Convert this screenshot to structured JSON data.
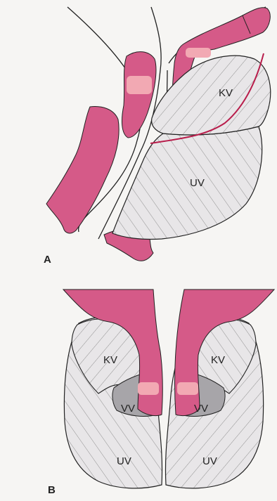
{
  "panels": [
    {
      "letter": "A",
      "labels": {
        "kv": "KV",
        "uv": "UV"
      }
    },
    {
      "letter": "B",
      "labels": {
        "kv_left": "KV",
        "kv_right": "KV",
        "vv_left": "VV",
        "vv_right": "VV",
        "uv_left": "UV",
        "uv_right": "UV"
      }
    }
  ],
  "colors": {
    "background": "#f6f5f3",
    "tissue_pink": "#d55a88",
    "highlight_pink": "#f2a9b3",
    "gland_fill": "#e8e6e8",
    "hatch_line": "#777777",
    "vv_gray": "#a7a5a9",
    "guide_line": "#b81d4b",
    "outline": "#222222"
  }
}
